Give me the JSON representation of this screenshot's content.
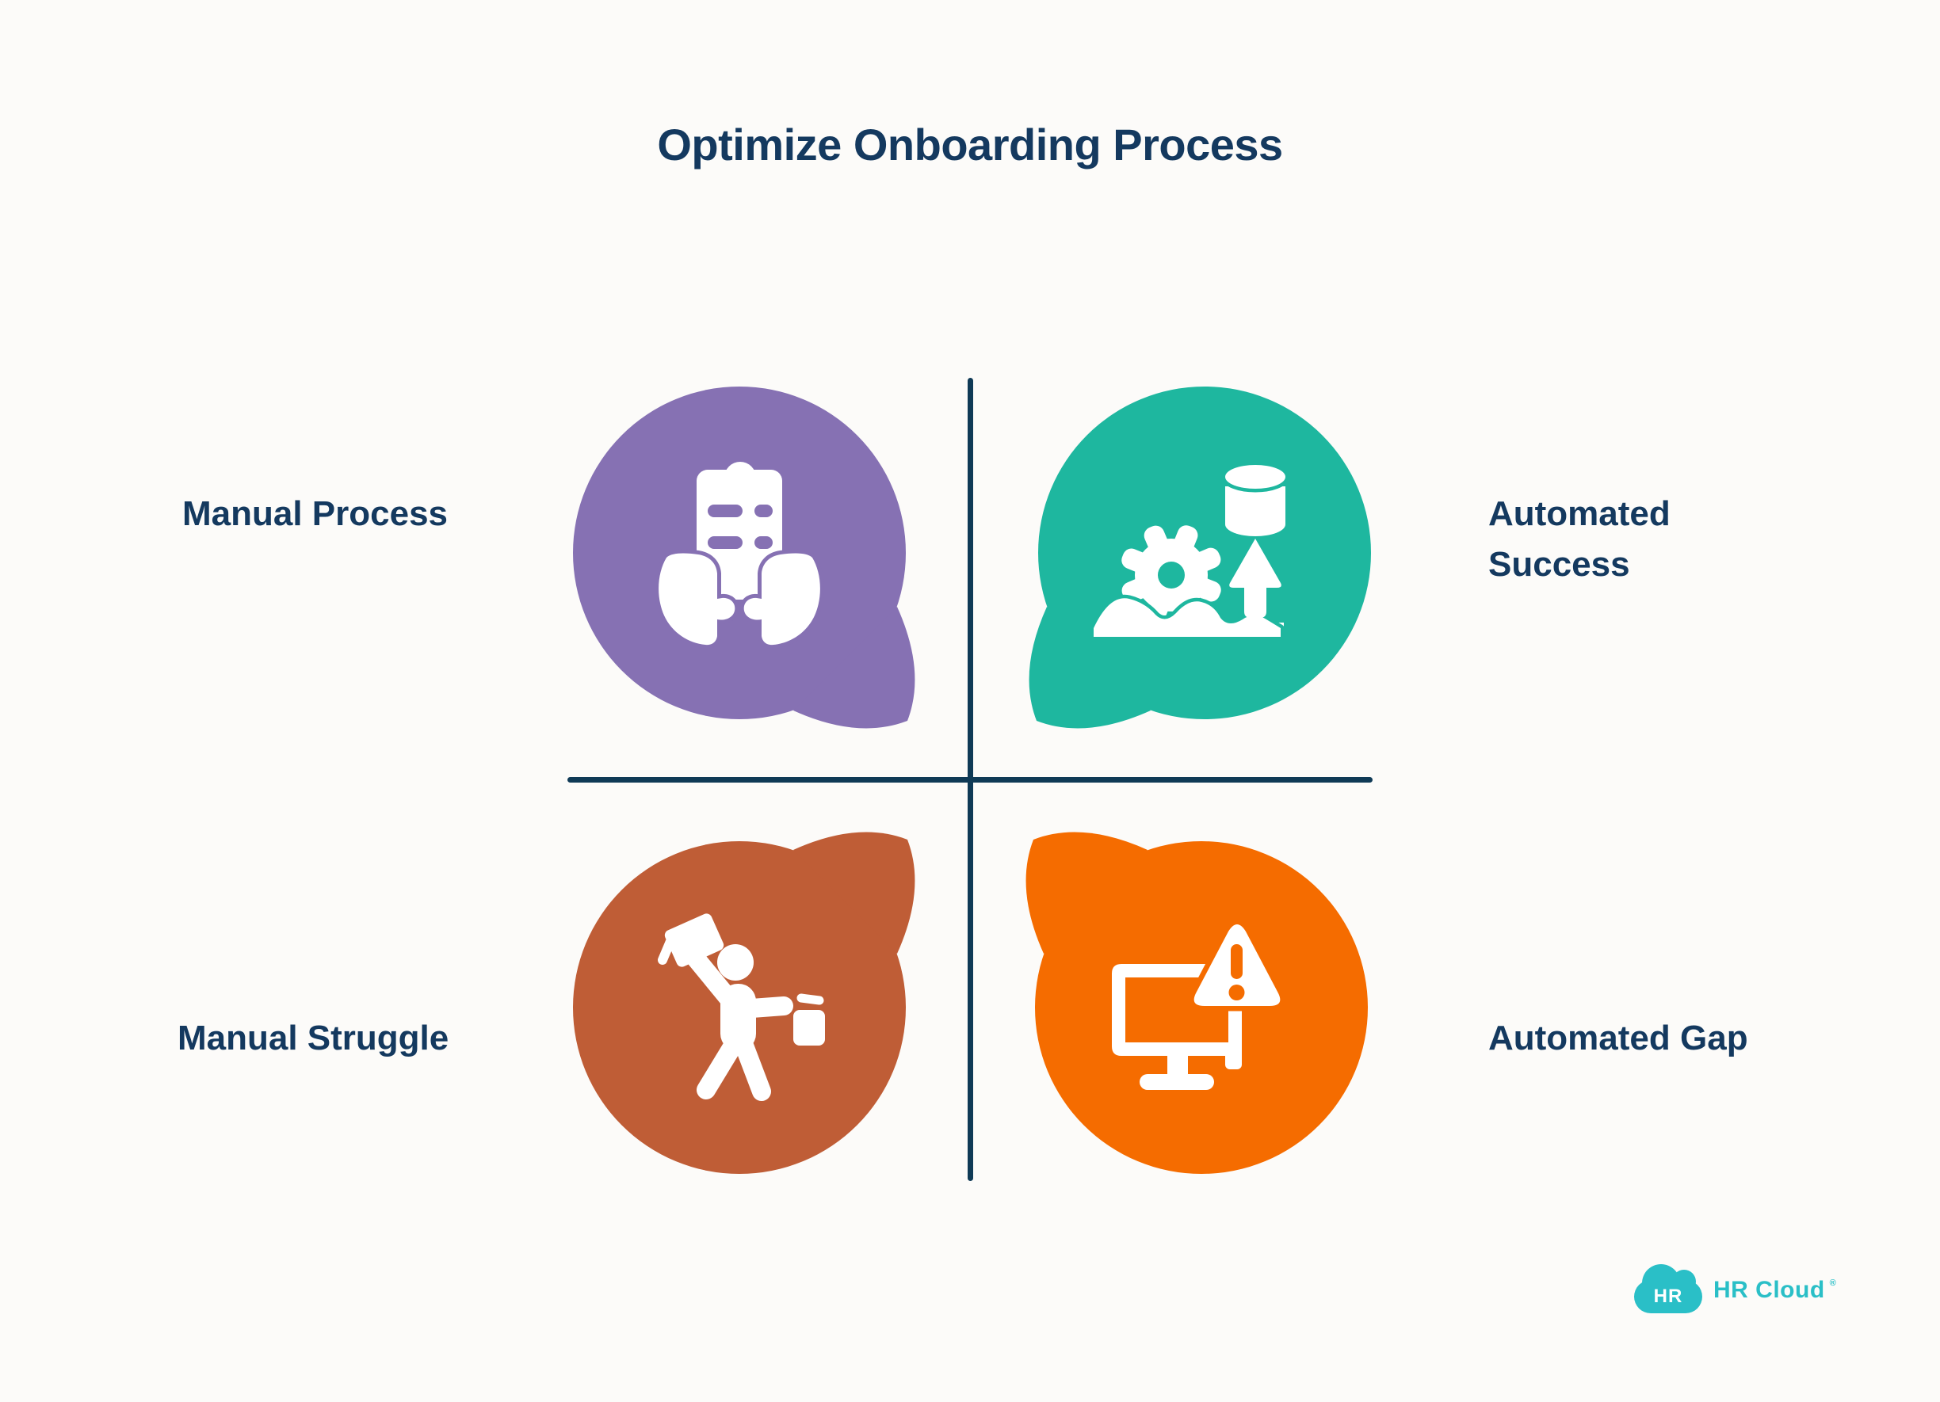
{
  "title": "Optimize Onboarding Process",
  "colors": {
    "navy": "#14395f",
    "line": "#0f3a56",
    "bg": "#fcfbf9",
    "logo_teal": "#2abfc7"
  },
  "quadrants": {
    "top_left": {
      "label": "Manual Process",
      "color": "#8671b3",
      "icon": "hands-holding-checklist-icon"
    },
    "top_right": {
      "label": "Automated Success",
      "color": "#1eb79f",
      "icon": "gear-database-upload-icon"
    },
    "bottom_left": {
      "label": "Manual Struggle",
      "color": "#bf5d36",
      "icon": "person-juggling-boxes-icon"
    },
    "bottom_right": {
      "label": "Automated Gap",
      "color": "#f56c00",
      "icon": "monitor-warning-icon"
    }
  },
  "logo": {
    "badge_text": "HR",
    "brand_text": "HR Cloud",
    "registered_mark": "®"
  }
}
